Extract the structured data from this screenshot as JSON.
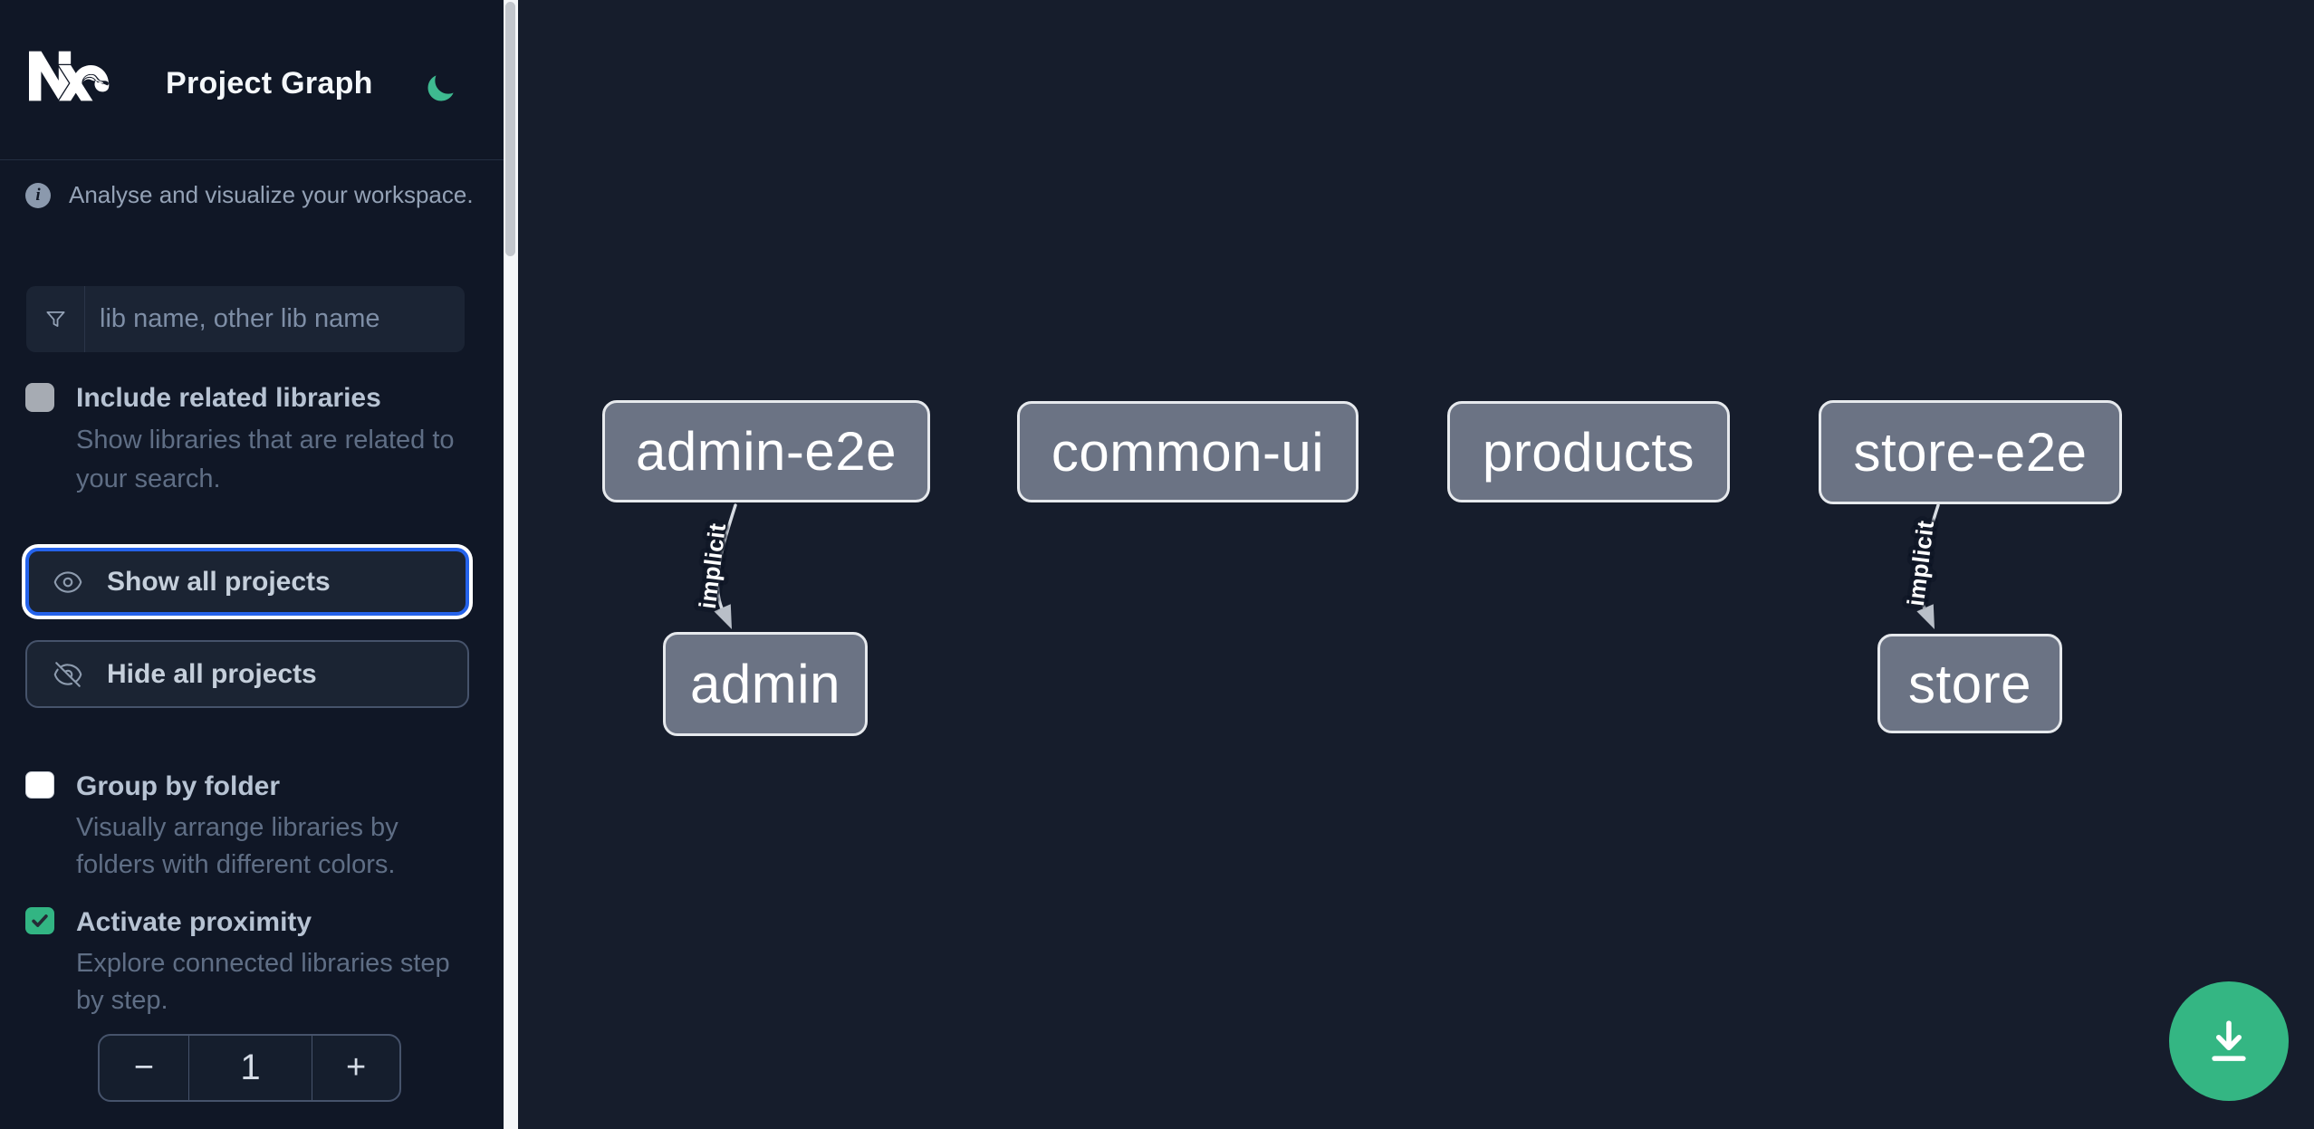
{
  "header": {
    "logo_text": "Nx",
    "title": "Project Graph"
  },
  "sidebar": {
    "info": "Analyse and visualize your workspace.",
    "search_placeholder": "lib name, other lib name",
    "options": [
      {
        "label": "Include related libraries",
        "description": "Show libraries that are related to your search.",
        "checked": false,
        "disabled": true
      },
      {
        "label": "Group by folder",
        "description": "Visually arrange libraries by folders with different colors.",
        "checked": false,
        "disabled": false
      },
      {
        "label": "Activate proximity",
        "description": "Explore connected libraries step by step.",
        "checked": true,
        "disabled": false
      }
    ],
    "buttons": [
      {
        "label": "Show all projects",
        "focused": true
      },
      {
        "label": "Hide all projects",
        "focused": false
      }
    ],
    "stepper": {
      "decrement": "−",
      "value": "1",
      "increment": "+"
    }
  },
  "graph": {
    "nodes": [
      {
        "id": "admin-e2e",
        "label": "admin-e2e"
      },
      {
        "id": "common-ui",
        "label": "common-ui"
      },
      {
        "id": "products",
        "label": "products"
      },
      {
        "id": "store-e2e",
        "label": "store-e2e"
      },
      {
        "id": "admin",
        "label": "admin"
      },
      {
        "id": "store",
        "label": "store"
      }
    ],
    "edges": [
      {
        "source": "admin-e2e",
        "target": "admin",
        "label": "implicit",
        "type": "implicit"
      },
      {
        "source": "store-e2e",
        "target": "store",
        "label": "implicit",
        "type": "implicit"
      }
    ]
  },
  "fab": {
    "icon": "download"
  },
  "colors": {
    "sidebar_bg": "#101726",
    "canvas_bg": "#161d2c",
    "accent_green": "#34b683",
    "checkbox_green": "#32b583",
    "focus_blue": "#2563eb",
    "node_fill": "#6b7384",
    "node_border": "#e6e9ed",
    "node_text": "#ffffff",
    "edge_line": "#d7dce3",
    "label_text": "#b7c3d3",
    "muted_text": "#5f6e85",
    "disabled_checkbox": "#a6abb3"
  }
}
